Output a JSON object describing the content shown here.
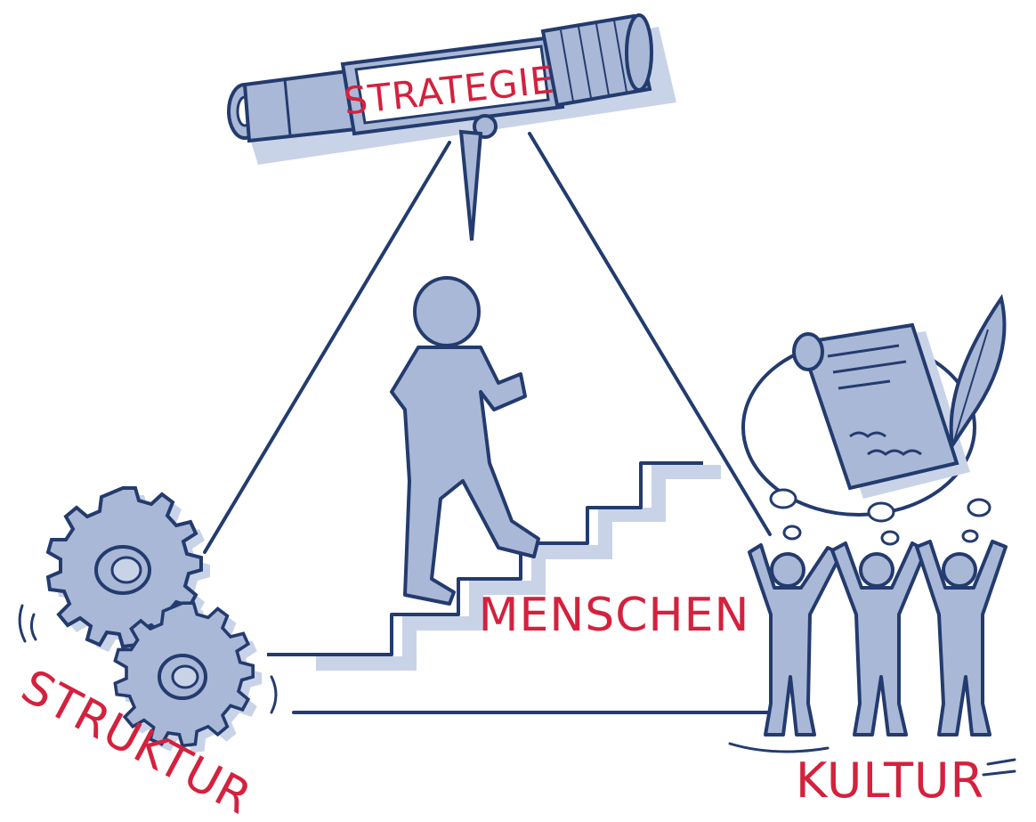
{
  "labels": {
    "strategie": "STRATEGIE",
    "menschen": "MENSCHEN",
    "struktur": "STRUKTUR",
    "kultur": "KULTUR"
  },
  "colors": {
    "ink": "#233b6e",
    "fill": "#a9b8d6",
    "shadow": "#c9d3e8",
    "accent": "#d4213d",
    "paper": "#ffffff"
  }
}
